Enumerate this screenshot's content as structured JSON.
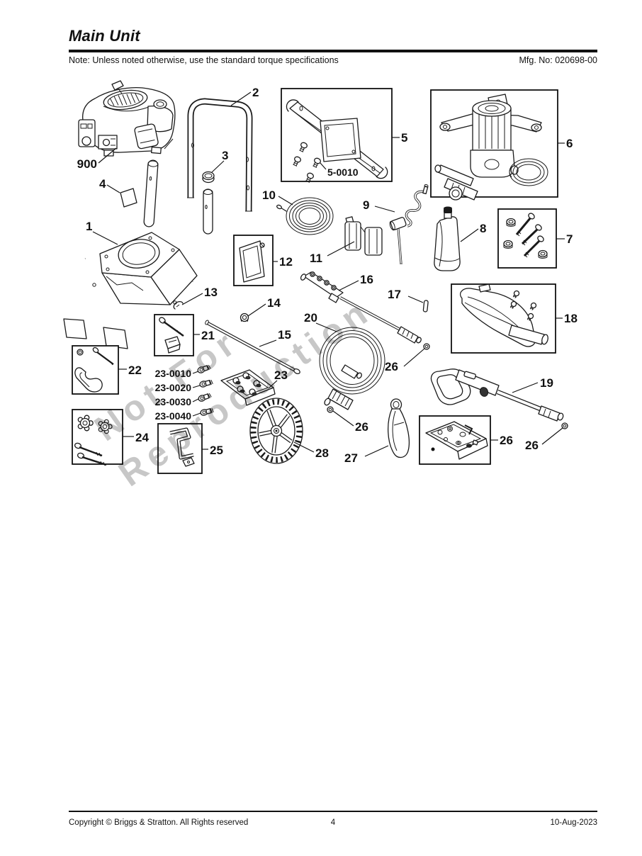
{
  "header": {
    "title": "Main Unit",
    "note": "Note: Unless noted otherwise, use the standard torque specifications",
    "mfg": "Mfg. No: 020698-00"
  },
  "watermark": {
    "line1": "Not For",
    "line2": "Reproduction"
  },
  "callouts": {
    "n1": "1",
    "n2": "2",
    "n3": "3",
    "n4": "4",
    "n5": "5",
    "n6": "6",
    "n7": "7",
    "n8": "8",
    "n9": "9",
    "n10": "10",
    "n11": "11",
    "n12": "12",
    "n13": "13",
    "n14": "14",
    "n15": "15",
    "n16": "16",
    "n17": "17",
    "n18": "18",
    "n19": "19",
    "n20": "20",
    "n21": "21",
    "n22": "22",
    "n23": "23",
    "n24": "24",
    "n25": "25",
    "n26": "26",
    "n27": "27",
    "n28": "28",
    "n900": "900",
    "n5_0010": "5-0010",
    "n23_0010": "23-0010",
    "n23_0020": "23-0020",
    "n23_0030": "23-0030",
    "n23_0040": "23-0040"
  },
  "footer": {
    "copyright": "Copyright ©  Briggs & Stratton. All Rights reserved",
    "page": "4",
    "date": "10-Aug-2023"
  }
}
